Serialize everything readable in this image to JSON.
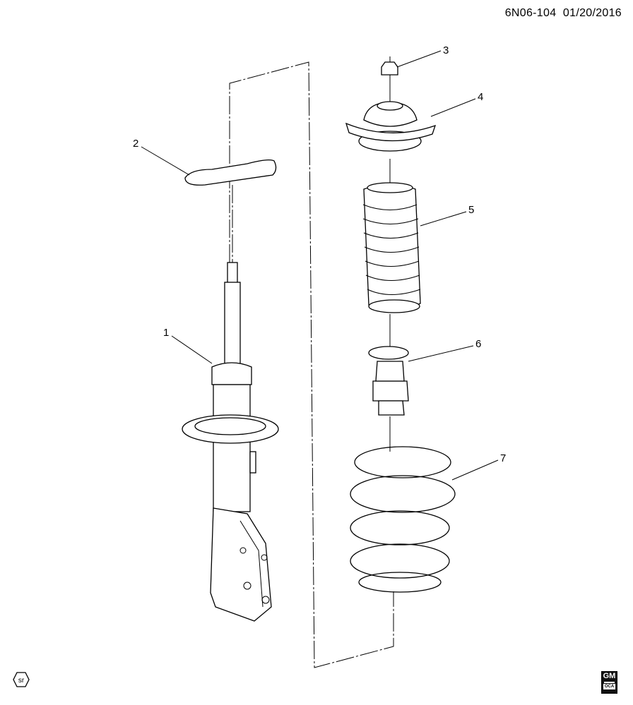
{
  "header": {
    "illustration_id": "6N06-104",
    "date": "01/20/2016"
  },
  "callouts": [
    "1",
    "2",
    "3",
    "4",
    "5",
    "6",
    "7"
  ],
  "logos": {
    "left": "sr",
    "right_main": "GM",
    "right_sub": "OCA"
  }
}
